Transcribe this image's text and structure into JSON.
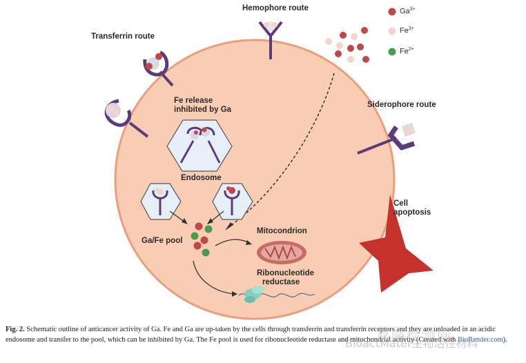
{
  "labels": {
    "hemophore_route": "Hemophore route",
    "transferrin_route": "Transferrin route",
    "siderophore_route": "Siderophore route",
    "fe_release": "Fe release",
    "inhibited_by_ga": "inhibited by Ga",
    "endosome": "Endosome",
    "ga_fe_pool": "Ga/Fe pool",
    "mitocondrion": "Mitocondrion",
    "ribonucleotide": "Ribonucleotide",
    "reductase": "reductase",
    "cell": "Cell",
    "apoptosis": "apoptosis"
  },
  "legend": [
    {
      "ion": "Ga",
      "charge": "3+",
      "color": "#c24848"
    },
    {
      "ion": "Fe",
      "charge": "3+",
      "color": "#f3d5cc"
    },
    {
      "ion": "Fe",
      "charge": "2+",
      "color": "#4c9a4c"
    }
  ],
  "colors": {
    "cell_fill": "#f8cdb4",
    "cell_stroke": "#ec9e7c",
    "receptor": "#5b3b7a",
    "burst": "#c5322b",
    "endosome_fill": "#e6eef8",
    "mito": "#c76b66"
  },
  "caption": {
    "fig_label": "Fig. 2.",
    "text": "Schematic outline of anticancer activity of Ga. Fe and Ga are up-taken by the cells through transferrin and transferrin receptors and they are unloaded in an acidic endosome and transfer to the pool, which can be inhibited by Ga. The Fe pool is used for ribonucleotide reductase and mitochondrial activity (Created with",
    "link": "BioRender.com",
    "end": ")."
  },
  "watermark": {
    "line1": "嘉峪检测网",
    "line2": "BioactMater生物活性材料"
  }
}
